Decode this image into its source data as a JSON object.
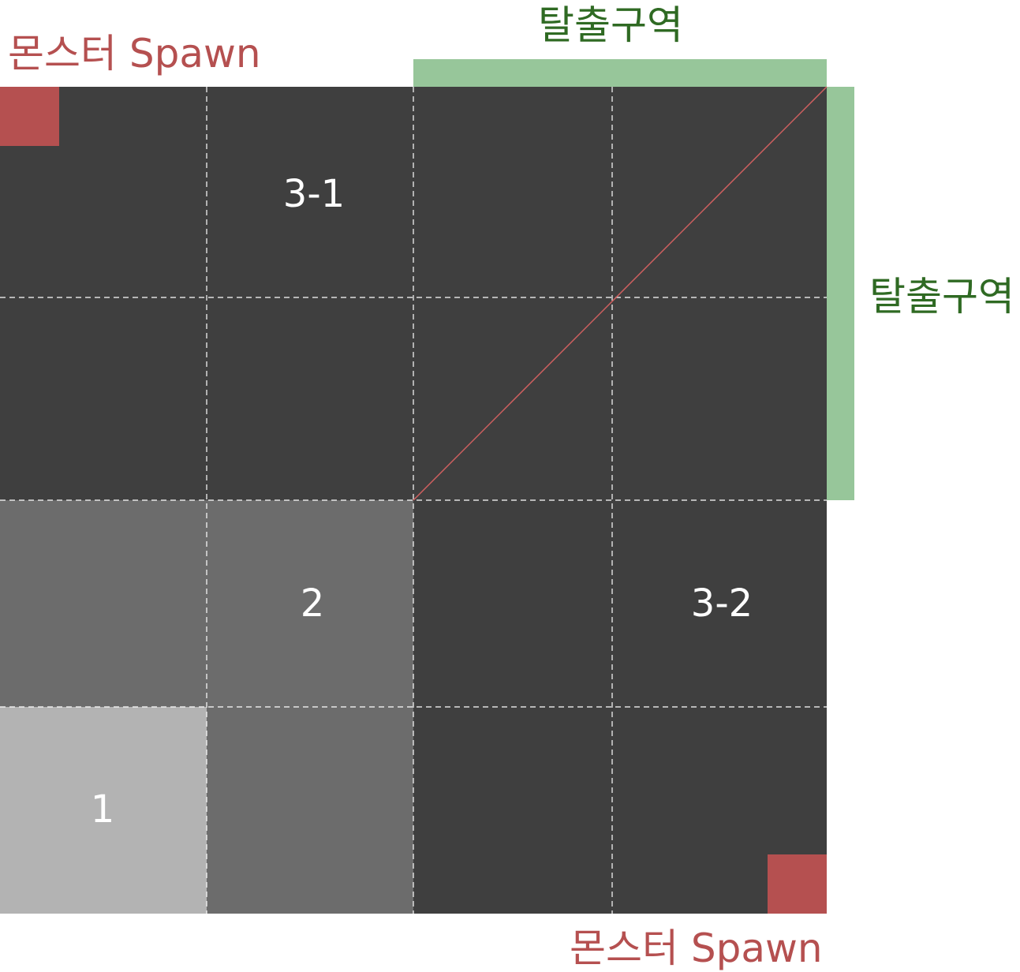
{
  "labels": {
    "spawn_top_left": "몬스터 Spawn",
    "spawn_bottom_right": "몬스터 Spawn",
    "escape_top": "탈출구역",
    "escape_right": "탈출구역"
  },
  "zones": {
    "zone_3_1": "3-1",
    "zone_3_2": "3-2",
    "zone_2": "2",
    "zone_1": "1"
  },
  "colors": {
    "dark_cell": "#3f3f3f",
    "mid_cell": "#6c6c6c",
    "light_cell": "#b3b3b3",
    "escape_zone": "#97c69a",
    "spawn": "#b55050",
    "diagonal_line": "#d06060",
    "grid_line": "#ffffff"
  },
  "grid": {
    "rows": 4,
    "cols": 4,
    "shading": [
      [
        "dark",
        "dark",
        "dark",
        "dark"
      ],
      [
        "dark",
        "dark",
        "dark",
        "dark"
      ],
      [
        "mid",
        "mid",
        "dark",
        "dark"
      ],
      [
        "light",
        "mid",
        "dark",
        "dark"
      ]
    ]
  }
}
